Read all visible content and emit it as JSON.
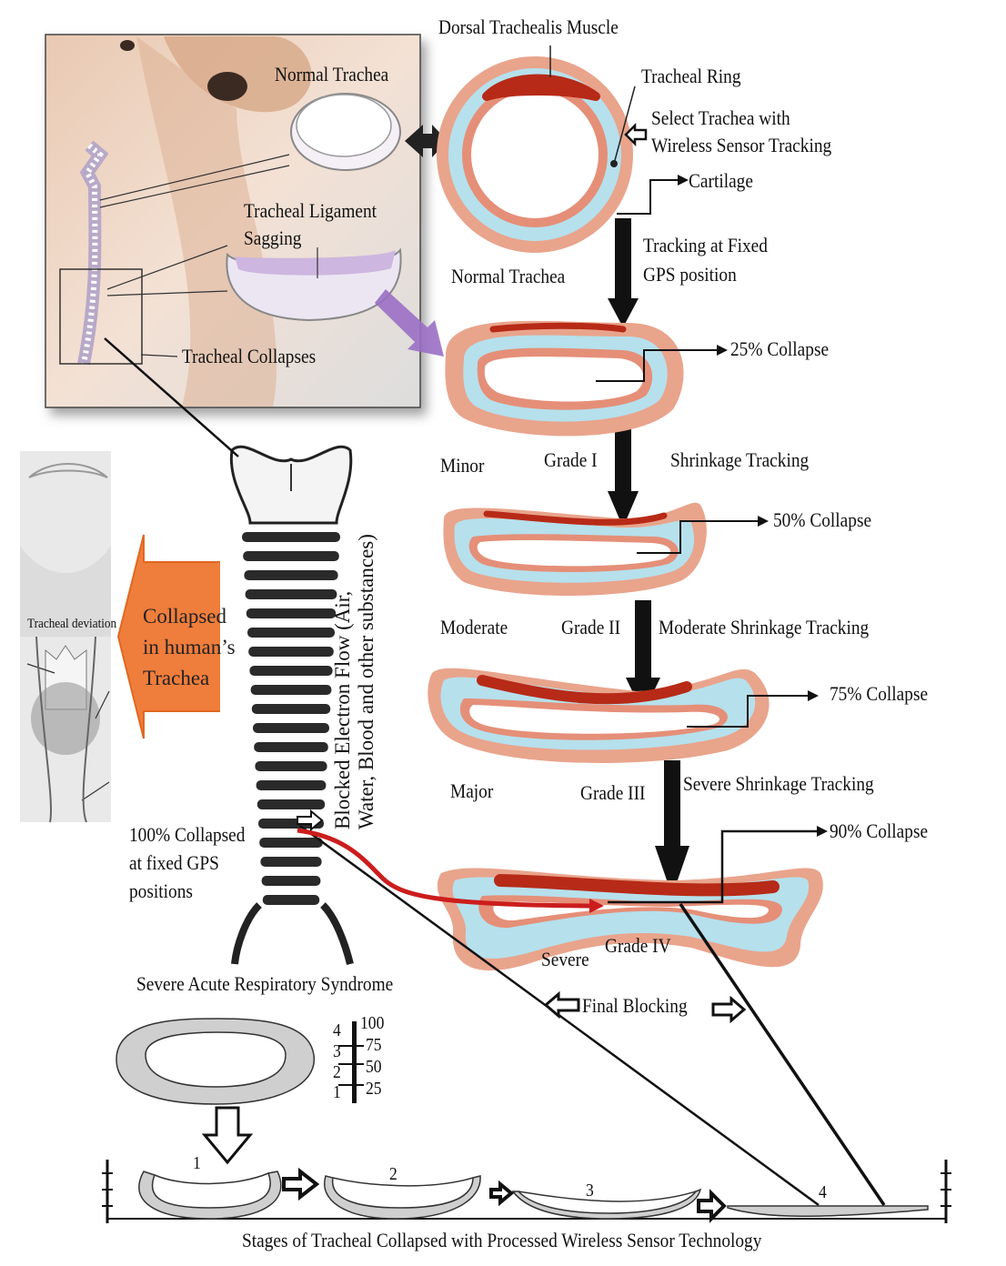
{
  "figure": {
    "title_bottom": "Stages of Tracheal Collapsed  with Processed Wireless Sensor Technology"
  },
  "dog_panel": {
    "normal_trachea": "Normal Trachea",
    "ligament_line1": "Tracheal Ligament",
    "ligament_line2": "Sagging",
    "collapses": "Tracheal Collapses"
  },
  "cross_section": {
    "dorsal_muscle": "Dorsal Trachealis Muscle",
    "tracheal_ring": "Tracheal Ring",
    "select_line1": "Select Trachea with",
    "select_line2": "Wireless Sensor Tracking",
    "cartilage": "Cartilage",
    "normal_label": "Normal Trachea",
    "tracking_line1": "Tracking at Fixed",
    "tracking_line2": "GPS position"
  },
  "grades": [
    {
      "severity": "Minor",
      "grade": "Grade I",
      "tracking": "Shrinkage Tracking",
      "collapse": "25% Collapse",
      "percent": 25
    },
    {
      "severity": "Moderate",
      "grade": "Grade II",
      "tracking": "Moderate Shrinkage Tracking",
      "collapse": "50% Collapse",
      "percent": 50
    },
    {
      "severity": "Major",
      "grade": "Grade III",
      "tracking": "Severe Shrinkage Tracking",
      "collapse": "75% Collapse",
      "percent": 75
    },
    {
      "severity": "Severe",
      "grade": "Grade IV",
      "tracking": "",
      "collapse": "90% Collapse",
      "percent": 90
    }
  ],
  "human_panel": {
    "deviation": "Tracheal deviation",
    "orange_line1": "Collapsed",
    "orange_line2": "in human’s",
    "orange_line3": "Trachea",
    "blocked_line1": "Blocked Electron Flow (Air,",
    "blocked_line2": "Water, Blood and other substances)",
    "collapsed_line1": "100% Collapsed",
    "collapsed_line2": "at fixed GPS",
    "collapsed_line3": "positions",
    "sars": "Severe Acute Respiratory Syndrome",
    "final_blocking": "Final Blocking"
  },
  "scale": {
    "left": [
      "4",
      "3",
      "2",
      "1"
    ],
    "right": [
      "100",
      "75",
      "50",
      "25"
    ]
  },
  "stages": [
    "1",
    "2",
    "3",
    "4"
  ],
  "colors": {
    "outer_tissue": "#e9a48c",
    "cartilage_blue": "#b6e0ec",
    "inner_red": "#e0614a",
    "muscle": "#b72a17",
    "orange_arrow": "#ef7d3c",
    "purple_arrow": "#9a6fc4",
    "red_curve": "#cc1d1d",
    "stage_gray": "#cfcfcf"
  }
}
